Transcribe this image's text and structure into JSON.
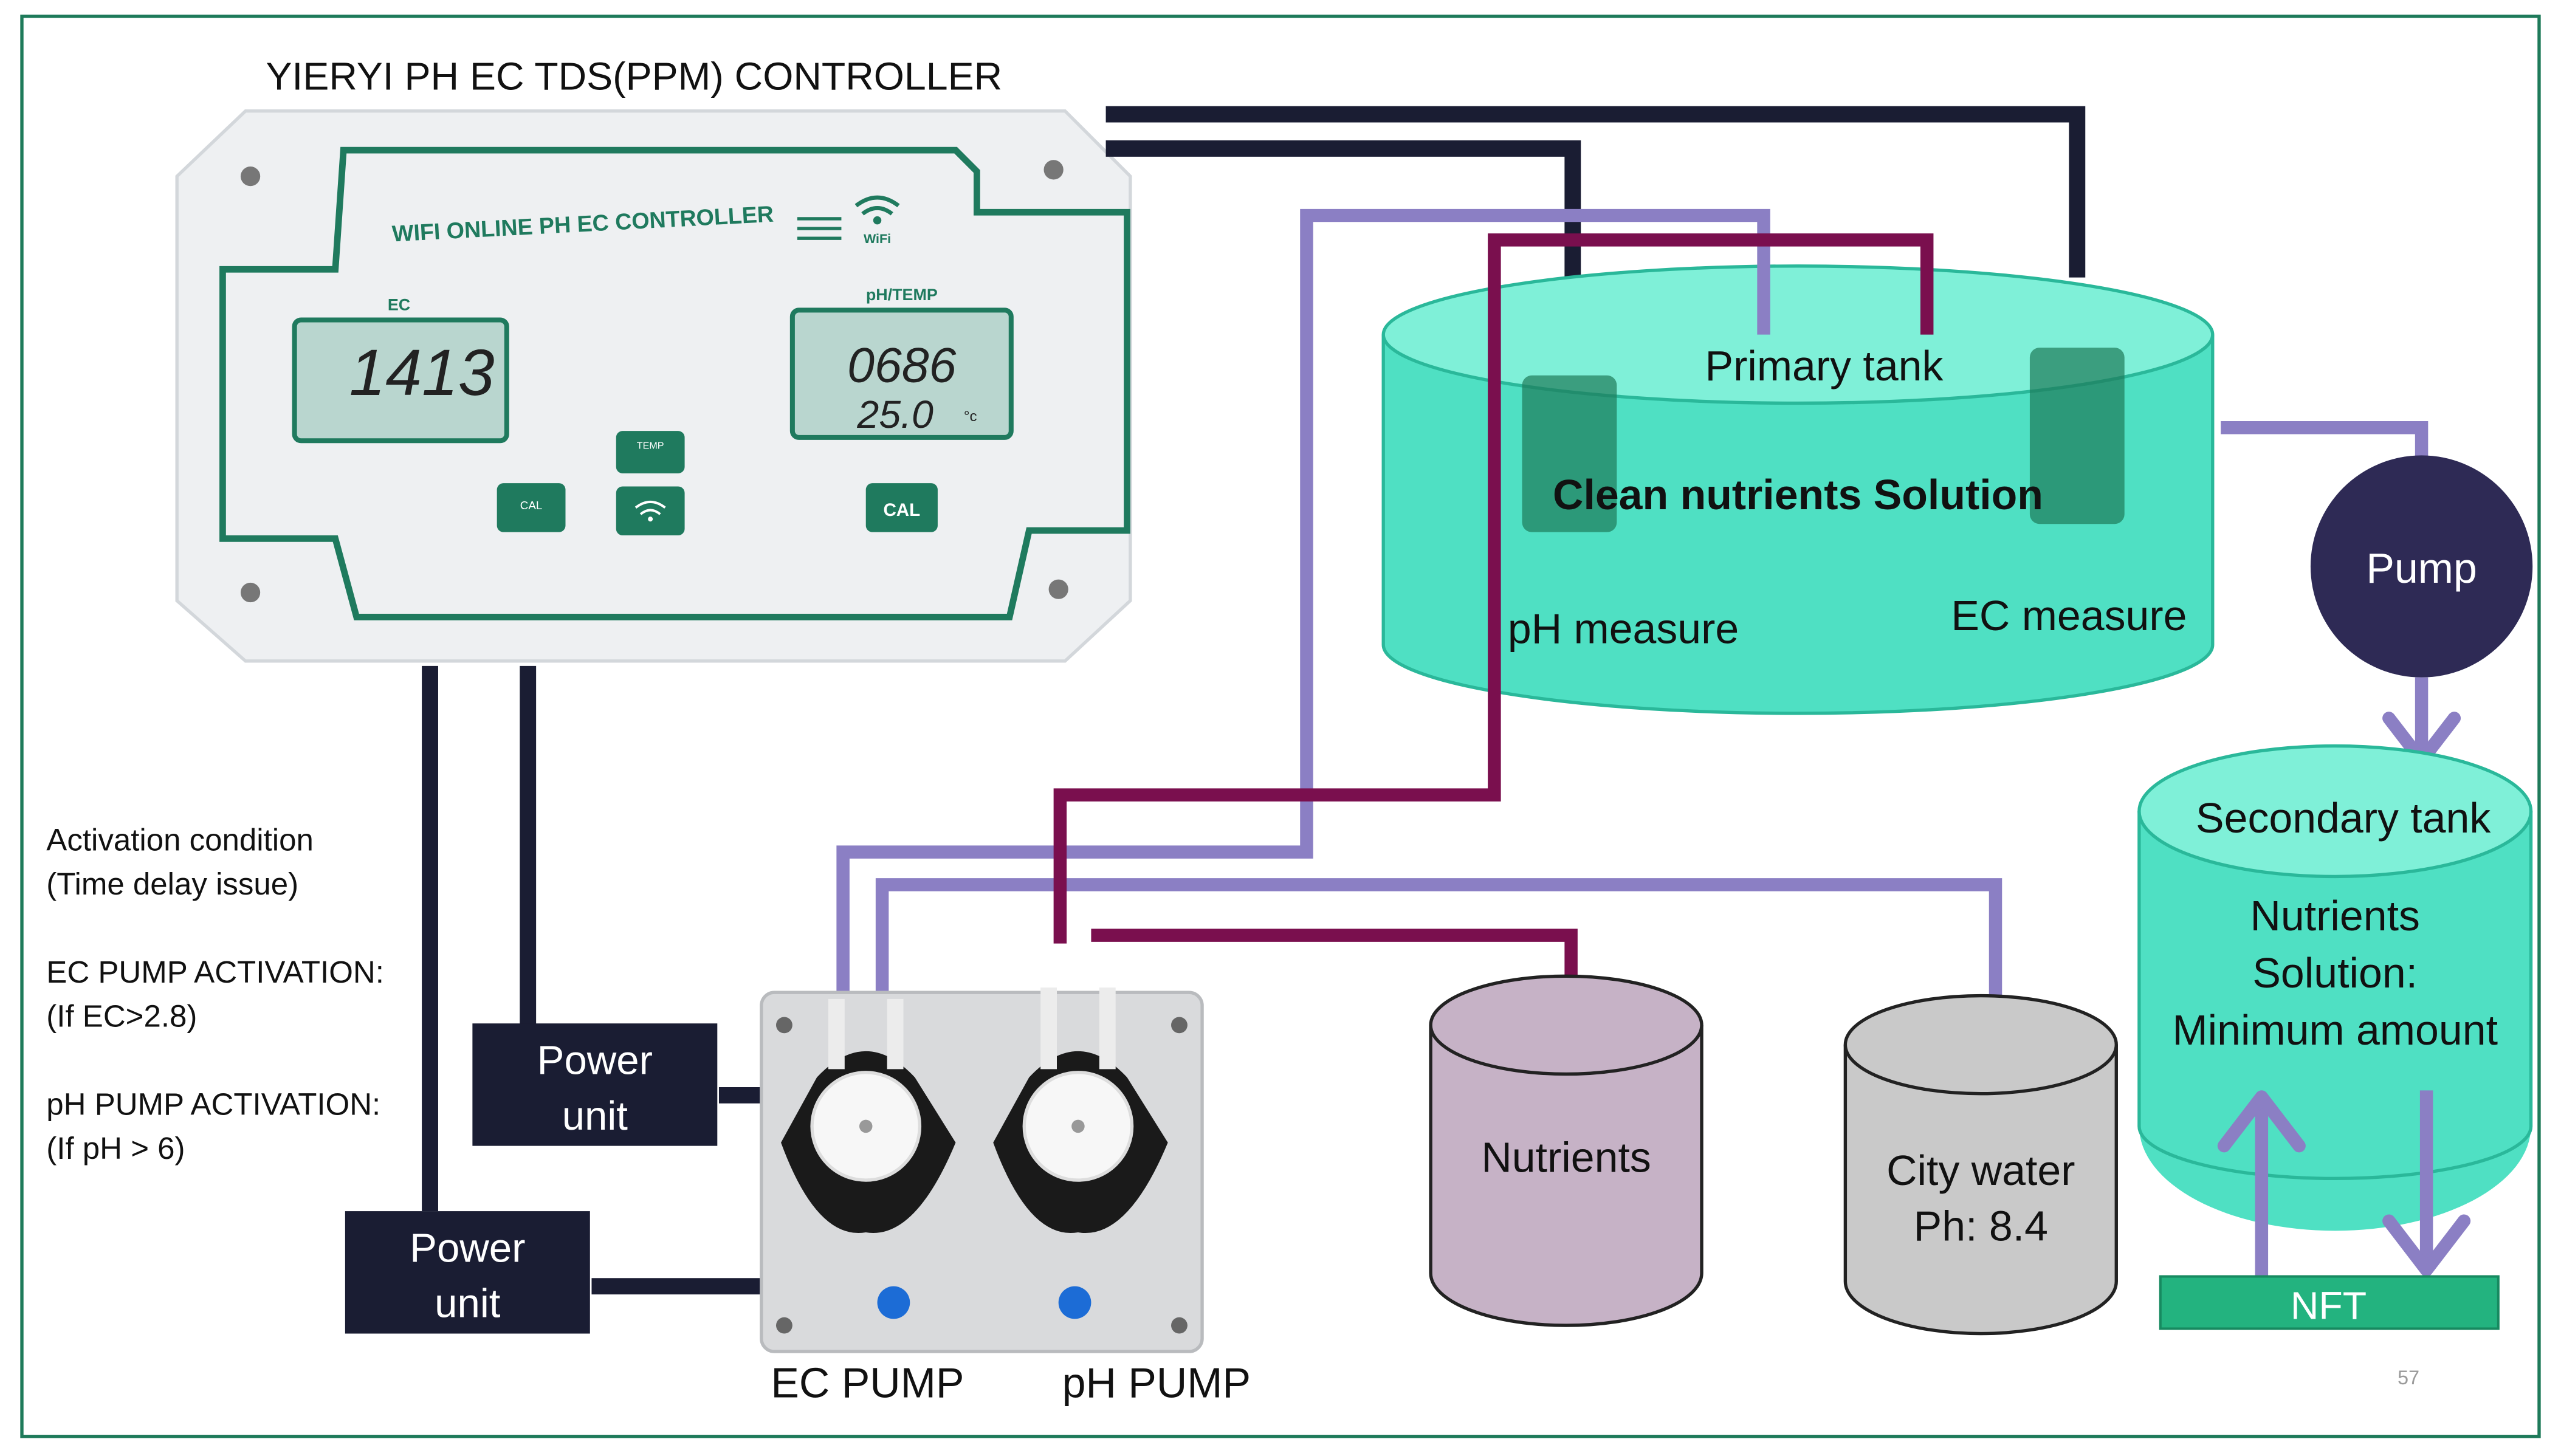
{
  "colors": {
    "frame": "#1e7a5a",
    "dark_wire": "#1a1d33",
    "purple_tube": "#8b7fc4",
    "maroon_tube": "#7a0f4e",
    "teal_tank": "#4fe0c3",
    "teal_tank_top": "#7ff0d8",
    "nutrients_tank": "#c6b2c6",
    "city_tank": "#c9c9c9",
    "pump_circle": "#2e2a55",
    "nft_bar": "#23b37f",
    "device_green": "#1f7a5e",
    "lcd": "#b9d6cf"
  },
  "controller": {
    "title": "YIERYI PH EC TDS(PPM) CONTROLLER",
    "panel_label": "WIFI ONLINE PH EC CONTROLLER",
    "wifi_text": "WiFi",
    "ec_label": "EC",
    "ec_value": "1413",
    "ph_label": "pH/TEMP",
    "ph_value": "0686",
    "temp_value": "25.0",
    "temp_unit": "°c",
    "cal_left": "CAL",
    "temp_button": "TEMP",
    "cal_right": "CAL"
  },
  "primary_tank": {
    "title": "Primary tank",
    "subtitle": "Clean nutrients Solution",
    "ph_label": "pH measure",
    "ec_label": "EC measure"
  },
  "pump": {
    "label": "Pump"
  },
  "secondary_tank": {
    "title": "Secondary tank",
    "line1": "Nutrients",
    "line2": "Solution:",
    "line3": "Minimum amount"
  },
  "nft": {
    "label": "NFT"
  },
  "nutrients_tank": {
    "label": "Nutrients"
  },
  "city_water": {
    "line1": "City water",
    "line2": "Ph: 8.4"
  },
  "power_unit_1": {
    "line1": "Power",
    "line2": "unit"
  },
  "power_unit_2": {
    "line1": "Power",
    "line2": "unit"
  },
  "pumps": {
    "ec": "EC PUMP",
    "ph": "pH PUMP"
  },
  "activation": {
    "line1": "Activation condition",
    "line2": "(Time delay issue)",
    "ec_title": "EC PUMP ACTIVATION:",
    "ec_cond": "(If EC>2.8)",
    "ph_title": "pH PUMP ACTIVATION:",
    "ph_cond": "(If pH > 6)"
  },
  "slide_number": "57"
}
